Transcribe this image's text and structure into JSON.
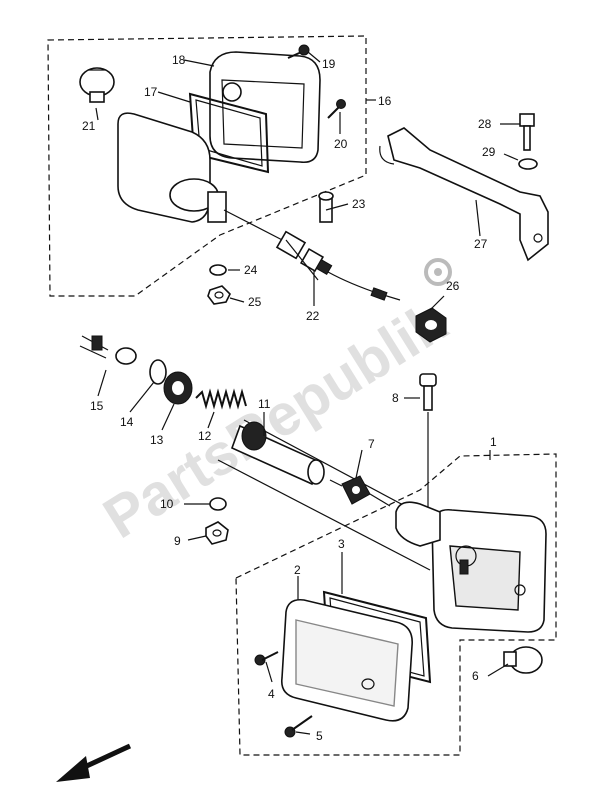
{
  "watermark": "PartsRepublik",
  "callouts": [
    "1",
    "2",
    "3",
    "4",
    "5",
    "6",
    "7",
    "8",
    "9",
    "10",
    "11",
    "12",
    "13",
    "14",
    "15",
    "16",
    "17",
    "18",
    "19",
    "20",
    "21",
    "22",
    "23",
    "24",
    "25",
    "26",
    "27",
    "28",
    "29"
  ]
}
